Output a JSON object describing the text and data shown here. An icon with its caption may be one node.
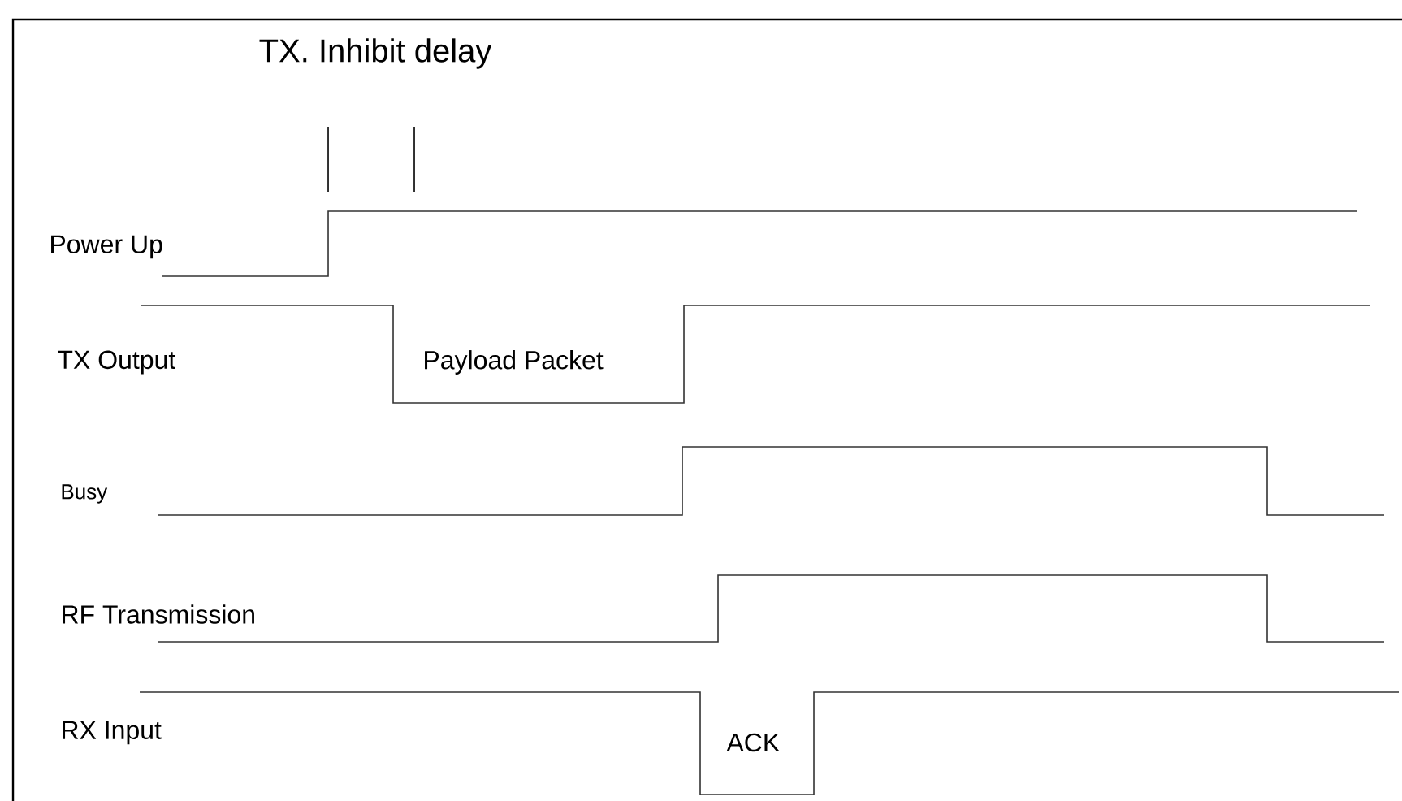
{
  "diagram": {
    "labels": [
      "TX. Inhibit delay",
      "Power Up",
      "TX Output",
      "Payload Packet",
      "Busy",
      "RF Transmission",
      "RX Input",
      "ACK"
    ]
  }
}
